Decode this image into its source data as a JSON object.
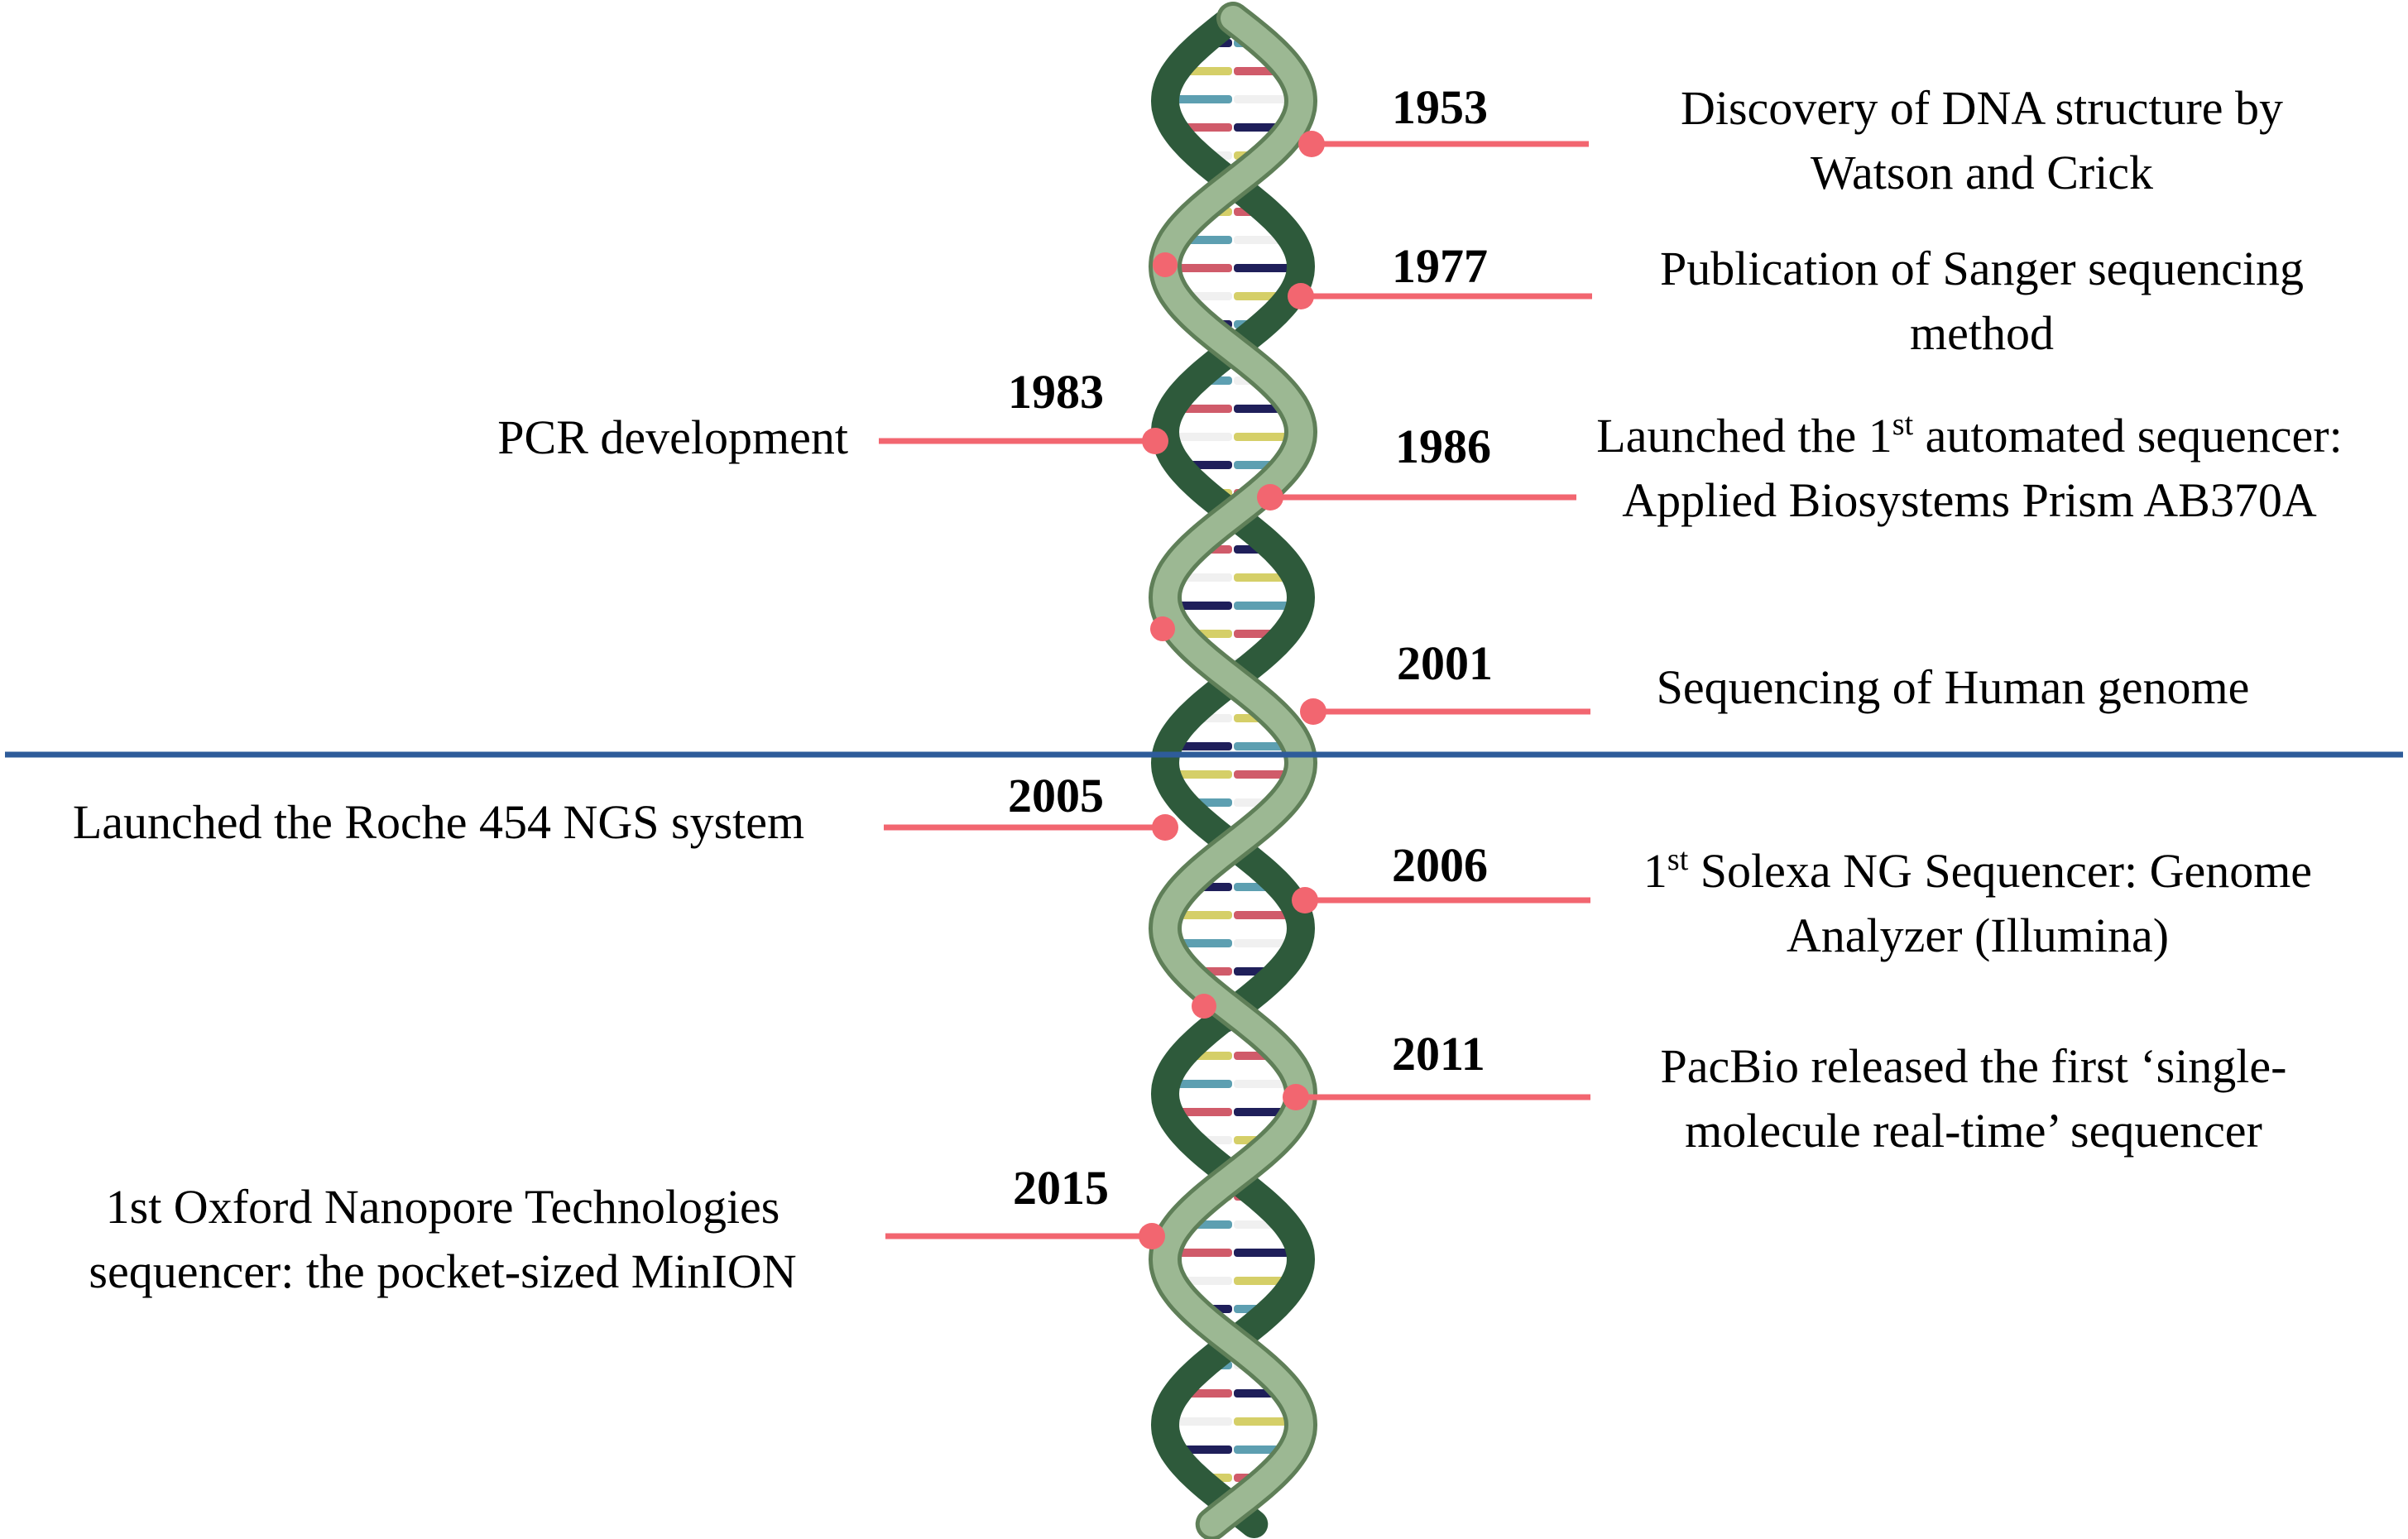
{
  "colors": {
    "connector": "#f26670",
    "divider": "#2e5c9a",
    "backbone_light": "#9cb893",
    "backbone_dark": "#2e5a3b",
    "base_pair_colors": [
      "#1f1f5a",
      "#d5cf68",
      "#5d9fb1",
      "#d05b6a",
      "#f0f0f0"
    ]
  },
  "events": [
    {
      "id": "1953",
      "year": "1953",
      "side": "right",
      "lines": [
        "Discovery of DNA structure by",
        "Watson and Crick"
      ]
    },
    {
      "id": "1977",
      "year": "1977",
      "side": "right",
      "lines": [
        "Publication of Sanger sequencing",
        "method"
      ]
    },
    {
      "id": "1983",
      "year": "1983",
      "side": "left",
      "lines": [
        "PCR development"
      ]
    },
    {
      "id": "1986",
      "year": "1986",
      "side": "right",
      "line1_pre": "Launched the 1",
      "line1_sup": "st",
      "line1_post": " automated sequencer:",
      "line2": "Applied Biosystems Prism AB370A"
    },
    {
      "id": "2001",
      "year": "2001",
      "side": "right",
      "lines": [
        "Sequencing of Human genome"
      ]
    },
    {
      "id": "2005",
      "year": "2005",
      "side": "left",
      "lines": [
        "Launched the Roche 454 NGS system"
      ]
    },
    {
      "id": "2006",
      "year": "2006",
      "side": "right",
      "line1_pre": "1",
      "line1_sup": "st",
      "line1_post": " Solexa NG Sequencer: Genome",
      "line2": "Analyzer (Illumina)"
    },
    {
      "id": "2011",
      "year": "2011",
      "side": "right",
      "lines": [
        "PacBio released the first ‘single-",
        "molecule real-time’ sequencer"
      ]
    },
    {
      "id": "2015",
      "year": "2015",
      "side": "left",
      "lines": [
        "1st Oxford Nanopore Technologies",
        "sequencer: the pocket-sized MinION"
      ]
    }
  ]
}
